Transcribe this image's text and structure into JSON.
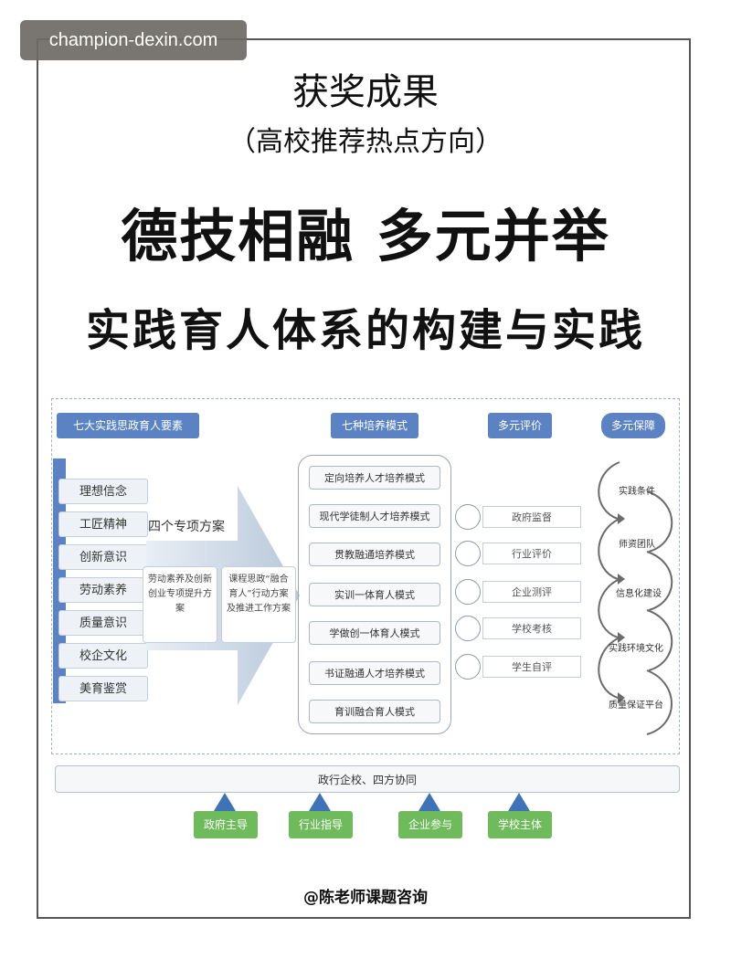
{
  "watermark": "champion-dexin.com",
  "title_line1": "获奖成果",
  "title_line2": "（高校推荐热点方向）",
  "title_line3": "德技相融 多元并举",
  "title_line4": "实践育人体系的构建与实践",
  "diagram": {
    "headers": {
      "elements": "七大实践思政育人要素",
      "modes": "七种培养模式",
      "evaluation": "多元评价",
      "guarantee": "多元保障"
    },
    "elements": [
      "理想信念",
      "工匠精神",
      "创新意识",
      "劳动素养",
      "质量意识",
      "校企文化",
      "美育鉴赏"
    ],
    "plans_label": "四个专项方案",
    "plans": [
      "劳动素养及创新创业专项提升方案",
      "课程思政“融合育人”行动方案及推进工作方案"
    ],
    "modes": [
      "定向培养人才培养模式",
      "现代学徒制人才培养模式",
      "贯教融通培养模式",
      "实训一体育人模式",
      "学做创一体育人模式",
      "书证融通人才培养模式",
      "育训融合育人模式"
    ],
    "evaluations": [
      "政府监督",
      "行业评价",
      "企业测评",
      "学校考核",
      "学生自评"
    ],
    "guarantees": [
      "实践条件",
      "师资团队",
      "信息化建设",
      "实践环境文化",
      "质量保证平台"
    ],
    "bottom_bar": "政行企校、四方协同",
    "parties": [
      "政府主导",
      "行业指导",
      "企业参与",
      "学校主体"
    ]
  },
  "footer": "@陈老师课题咨询",
  "colors": {
    "header_blue": "#5b83c4",
    "party_green": "#6fbb5b",
    "arrow_blue": "#3e73b8"
  }
}
